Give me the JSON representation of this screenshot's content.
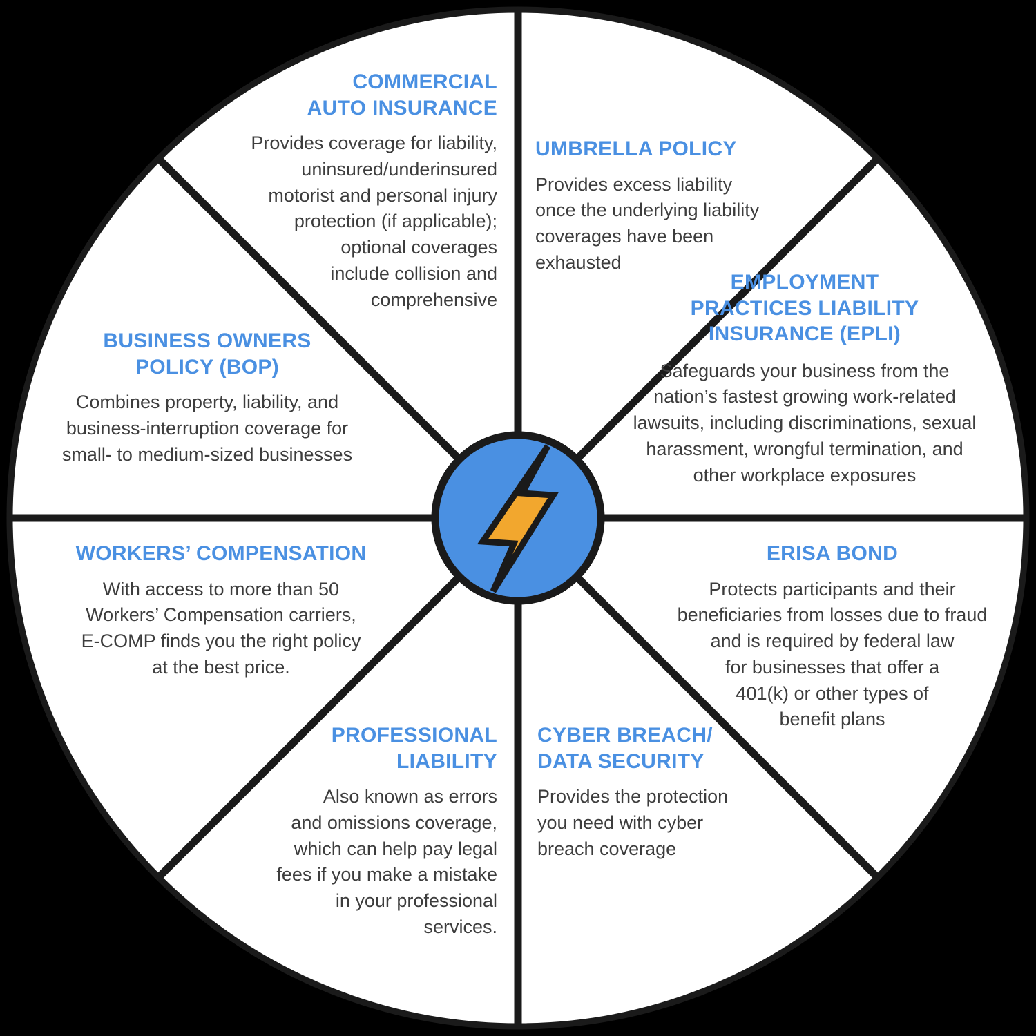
{
  "colors": {
    "background": "#000000",
    "wheel_fill": "#ffffff",
    "line_color": "#1a1a1a",
    "accent_blue": "#4a90e2",
    "bolt_gold": "#f2a72e",
    "body_text": "#3d3d3d"
  },
  "center": {
    "icon": "lightning-bolt"
  },
  "segments": [
    {
      "id": "commercial-auto-insurance",
      "title": "COMMERCIAL\nAUTO INSURANCE",
      "description": "Provides coverage for liability,\nuninsured/underinsured\nmotorist and personal injury\nprotection (if applicable);\noptional coverages\ninclude collision and\ncomprehensive"
    },
    {
      "id": "umbrella-policy",
      "title": "UMBRELLA POLICY",
      "description": "Provides excess liability\nonce the underlying liability\ncoverages have been\nexhausted"
    },
    {
      "id": "employment-practices-liability-insurance",
      "title": "EMPLOYMENT\nPRACTICES LIABILITY\nINSURANCE (EPLI)",
      "description": "Safeguards your business from the\nnation’s fastest growing work-related\nlawsuits, including discriminations, sexual\nharassment, wrongful termination, and\nother workplace exposures"
    },
    {
      "id": "erisa-bond",
      "title": "ERISA BOND",
      "description": "Protects participants and their\nbeneficiaries from losses due to fraud\nand is required by federal law\nfor businesses that offer a\n401(k) or other types of\nbenefit plans"
    },
    {
      "id": "cyber-breach-data-security",
      "title": "CYBER BREACH/\nDATA SECURITY",
      "description": "Provides the protection\nyou need with cyber\nbreach coverage"
    },
    {
      "id": "professional-liability",
      "title": "PROFESSIONAL\nLIABILITY",
      "description": "Also known as errors\nand omissions coverage,\nwhich can help pay legal\nfees if you make a mistake\nin your professional\nservices."
    },
    {
      "id": "workers-compensation",
      "title": "WORKERS’ COMPENSATION",
      "description": "With access to more than 50\nWorkers’ Compensation carriers,\nE-COMP finds you the right policy\nat the best price."
    },
    {
      "id": "business-owners-policy",
      "title": "BUSINESS OWNERS\nPOLICY (BOP)",
      "description": "Combines property, liability, and\nbusiness-interruption coverage for\nsmall- to medium-sized businesses"
    }
  ]
}
